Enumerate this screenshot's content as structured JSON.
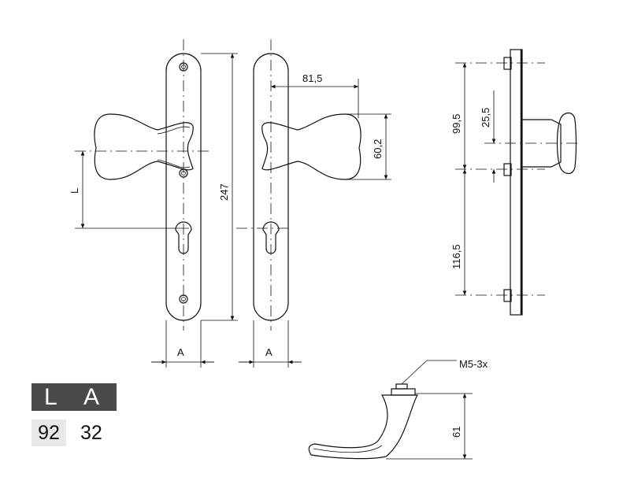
{
  "dimensions": {
    "offset": "81,5",
    "handle_height": "60,2",
    "plate_length": "247",
    "spindle_distance": "L",
    "plate_width_front": "A",
    "plate_width_back": "A",
    "upper_spacing": "99,5",
    "knob_offset": "25,5",
    "lower_spacing": "116,5",
    "screw_thread": "M5-3x",
    "lever_height": "61"
  },
  "table": {
    "headers": [
      "L",
      "A"
    ],
    "values": [
      "92",
      "32"
    ],
    "header_color": "#4a4a4a"
  }
}
